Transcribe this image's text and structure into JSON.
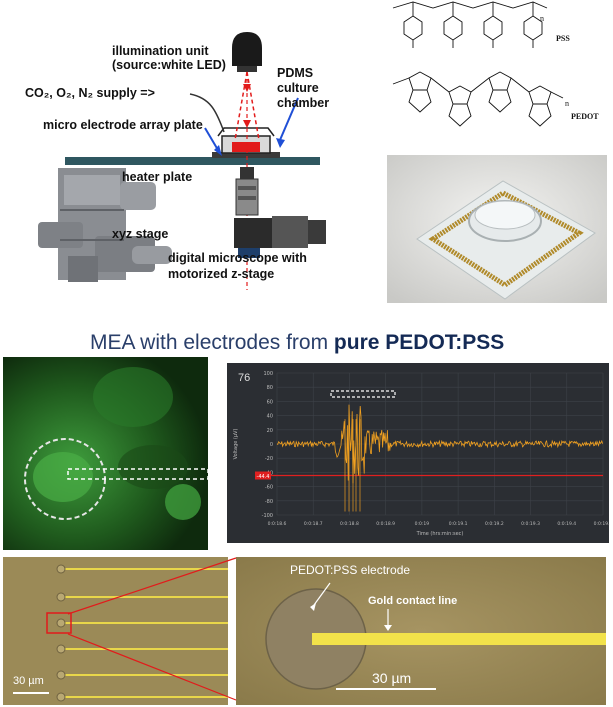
{
  "setup": {
    "label_illumination_line1": "illumination unit",
    "label_illumination_line2": "(source:white LED)",
    "label_gas_supply": "CO₂, O₂, N₂ supply =>",
    "label_mea_plate": "micro electrode array plate",
    "label_pdms_line1": "PDMS",
    "label_pdms_line2": "culture",
    "label_pdms_line3": "chamber",
    "label_heater": "heater plate",
    "label_xyz": "xyz stage",
    "label_microscope_line1": "digital microscope with",
    "label_microscope_line2": "motorized z-stage"
  },
  "chemistry": {
    "pss_label": "PSS",
    "pedot_label": "PEDOT",
    "repeat_n": "n"
  },
  "section_title": {
    "prefix": "MEA with electrodes from ",
    "bold": "pure PEDOT:PSS"
  },
  "recording": {
    "channel": "76",
    "ylabel": "Voltage (µV)",
    "xlabel": "Time (hrs:min:sec)",
    "yticks": [
      "100",
      "80",
      "60",
      "40",
      "20",
      "0",
      "-20",
      "-40",
      "-60",
      "-80",
      "-100"
    ],
    "xticks": [
      "0:0:18.6",
      "0:0:18.7",
      "0:0:18.8",
      "0:0:18.9",
      "0:0:19",
      "0:0:19.1",
      "0:0:19.2",
      "0:0:19.3",
      "0:0:19.4",
      "0:0:19.5"
    ],
    "threshold_label": "-44.4",
    "colors": {
      "trace": "#f0a020",
      "threshold": "#e02020",
      "background": "#2b2e33"
    }
  },
  "micro": {
    "scale_left": "30 µm",
    "scale_right": "30 µm",
    "label_electrode": "PEDOT:PSS electrode",
    "label_gold": "Gold contact line"
  }
}
